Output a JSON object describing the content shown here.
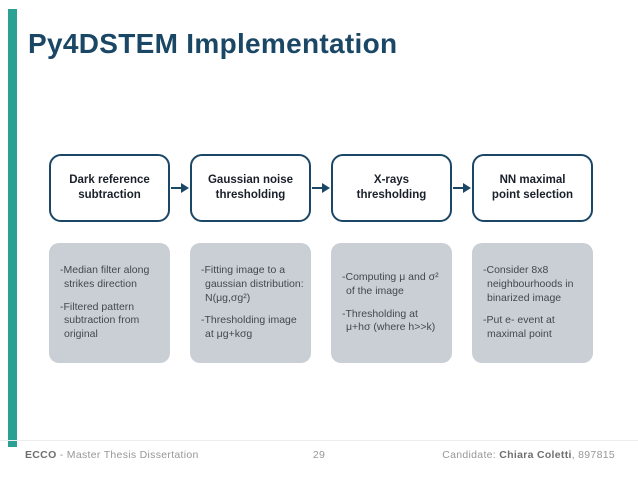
{
  "slide": {
    "title": "Py4DSTEM Implementation",
    "flow": {
      "steps": [
        {
          "label": "Dark reference\nsubtraction",
          "details": [
            "-Median filter along strikes direction",
            "-Filtered pattern subtraction from original"
          ]
        },
        {
          "label": "Gaussian noise\nthresholding",
          "details": [
            "-Fitting image to a gaussian distribution: N(μg,σg²)",
            "-Thresholding image at μg+kσg"
          ]
        },
        {
          "label": "X-rays\nthresholding",
          "details": [
            "-Computing μ and σ² of the image",
            "-Thresholding at μ+hσ (where h>>k)"
          ]
        },
        {
          "label": "NN maximal\npoint selection",
          "details": [
            "-Consider 8x8 neighbourhoods in binarized image",
            "-Put e- event at maximal point"
          ]
        }
      ]
    },
    "footer": {
      "left_bold": "ECCO",
      "left_rest": " - Master Thesis Dissertation",
      "page_number": "29",
      "right_prefix": "Candidate: ",
      "right_bold": "Chiara Coletti",
      "right_suffix": ", 897815"
    },
    "colors": {
      "accent_navy": "#1B4766",
      "accent_teal": "#2BA094",
      "detail_box_bg": "#C9CFD5",
      "step_text": "#1A202A",
      "detail_text": "#44484E",
      "footer_text": "#979797"
    }
  }
}
